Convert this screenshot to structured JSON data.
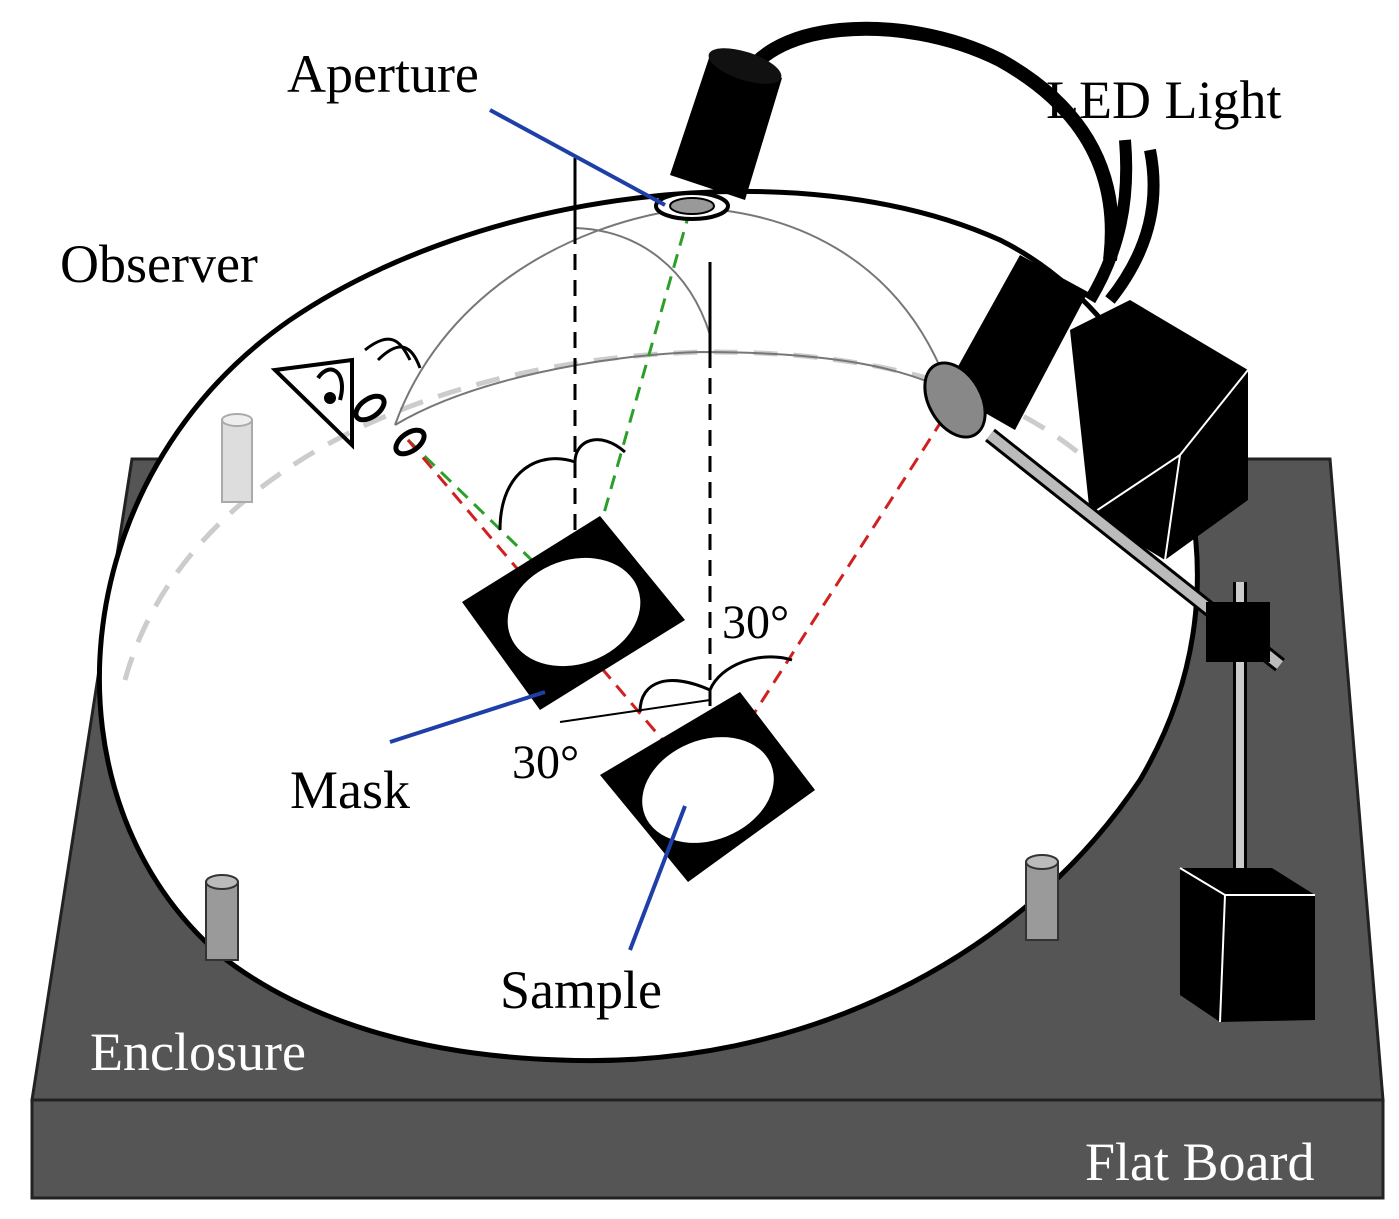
{
  "labels": {
    "aperture": "Aperture",
    "led_light": "LED Light",
    "observer": "Observer",
    "mask": "Mask",
    "sample": "Sample",
    "enclosure": "Enclosure",
    "flat_board": "Flat Board",
    "angle_top": "30°",
    "angle_bottom": "30°"
  },
  "colors": {
    "board": "#555555",
    "board_edge": "#3c3c3c",
    "dome": "#ffffff",
    "leader": "#1f3fa8",
    "ray_red": "#d02020",
    "ray_green": "#2aa02a",
    "posts": "#9a9a9a"
  }
}
